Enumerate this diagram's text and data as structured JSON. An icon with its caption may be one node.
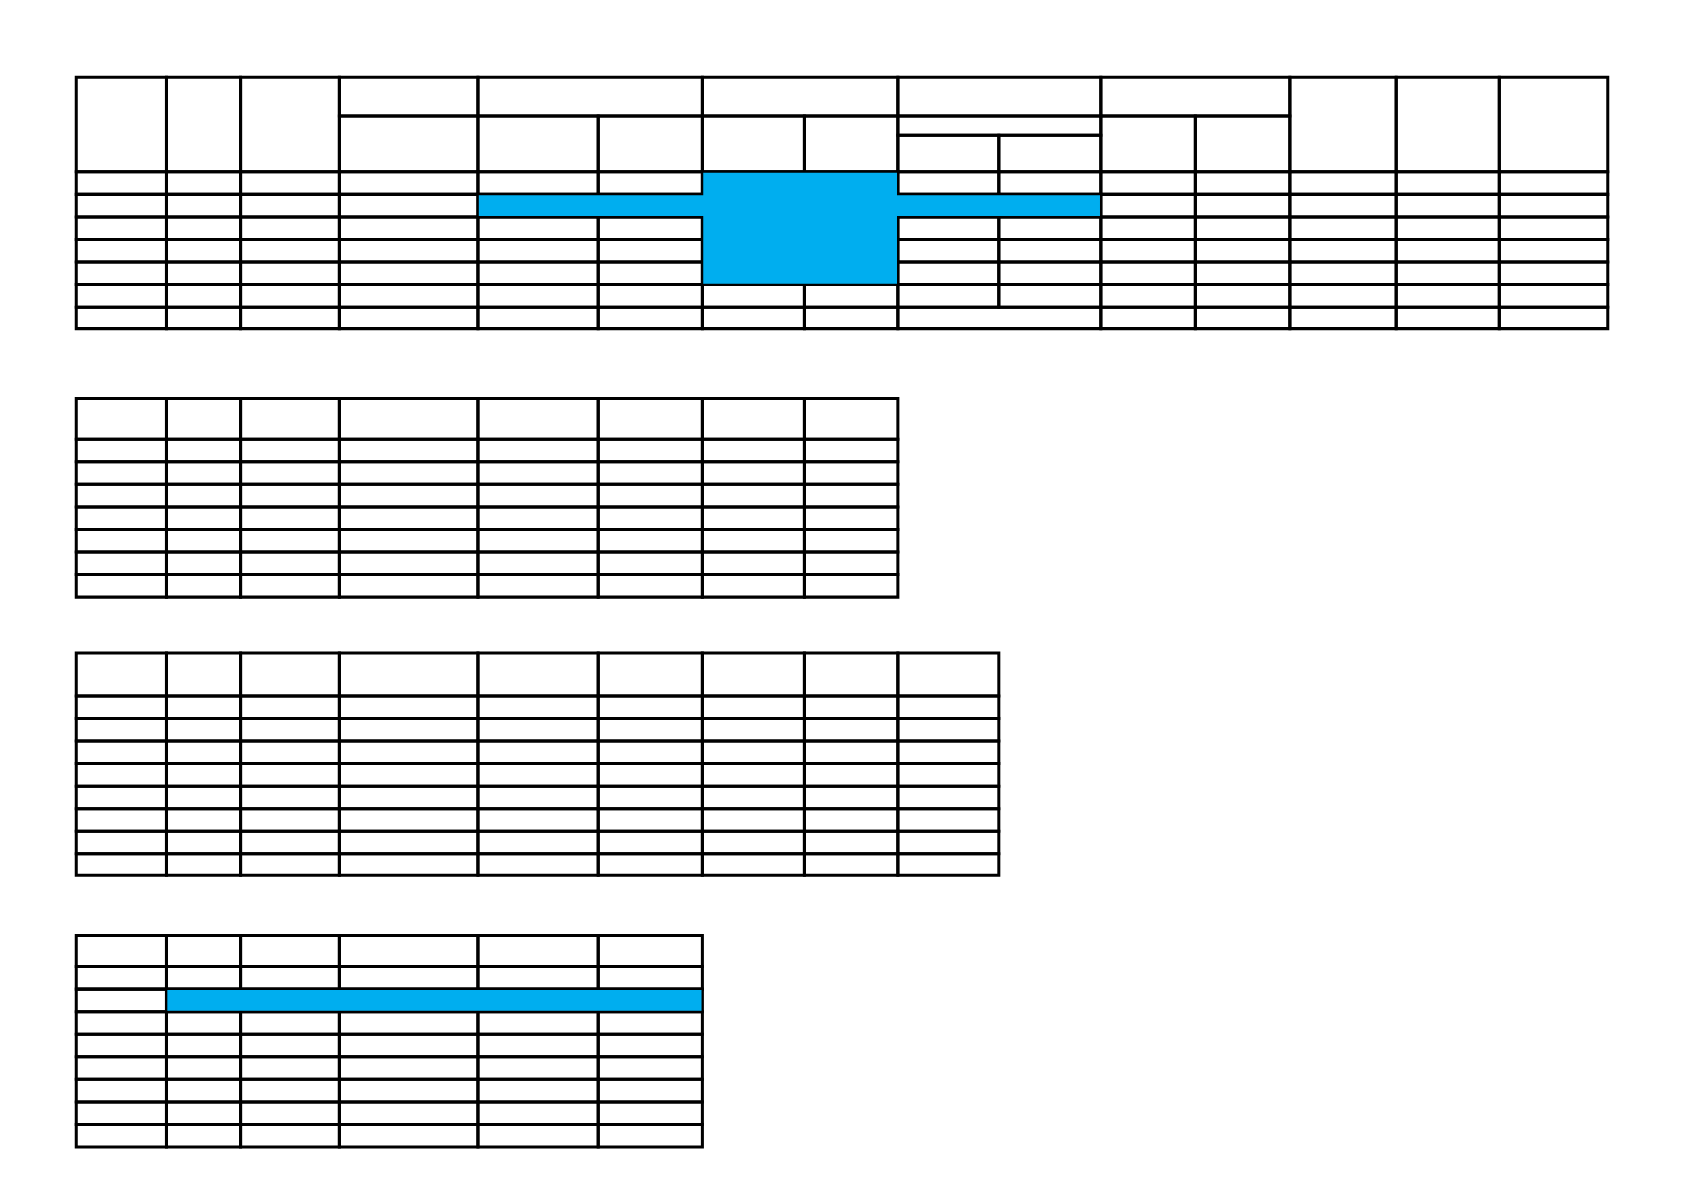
{
  "diagram": {
    "nodes": [
      {
        "text": [],
        "shape": "table"
      },
      {
        "text": [],
        "shape": "table"
      },
      {
        "text": [],
        "shape": "table"
      },
      {
        "text": [],
        "shape": "table"
      }
    ]
  }
}
